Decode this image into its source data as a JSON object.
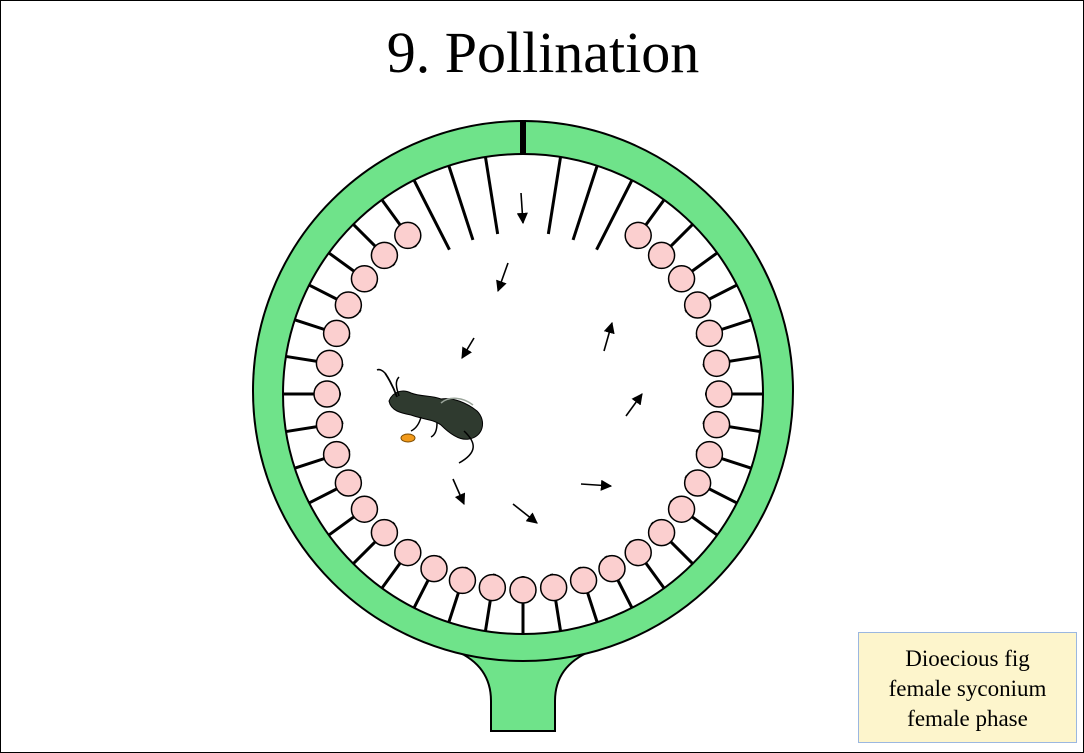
{
  "title": "9. Pollination",
  "caption": {
    "line1": "Dioecious fig",
    "line2": "female syconium",
    "line3": "female phase"
  },
  "colors": {
    "receptacle": "#6fe38a",
    "flower": "#fbcfcf",
    "pollen": "#f29a1a",
    "wasp": "#2f3a2f",
    "caption_bg": "#fdf5cc"
  },
  "icons": [
    "wasp-icon",
    "pollen-grain-icon",
    "arrow-icon"
  ]
}
